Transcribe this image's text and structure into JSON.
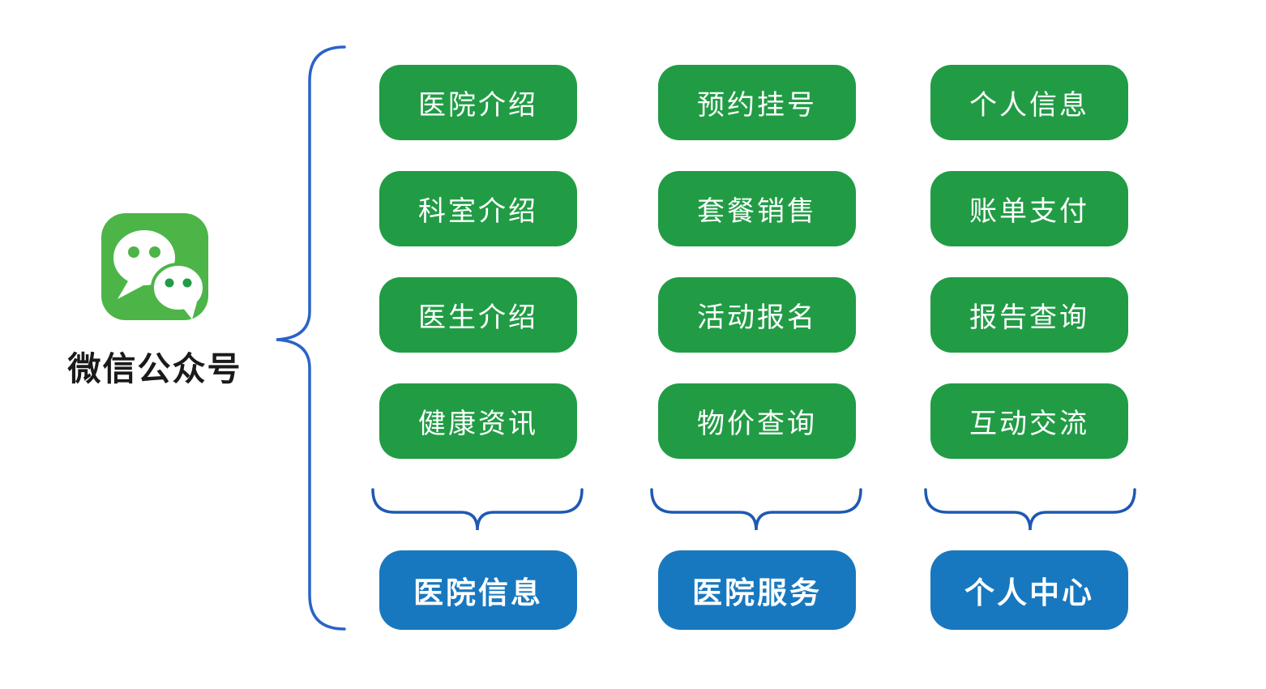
{
  "root": {
    "label": "微信公众号",
    "icon": "wechat-icon"
  },
  "colors": {
    "background": "#ffffff",
    "feature_box_green": "#219c45",
    "group_box_blue": "#1878bf",
    "root_brace_blue": "#2a63c8",
    "group_brace_blue": "#1e59b2",
    "wechat_icon_green": "#4db548",
    "box_text": "#ffffff",
    "root_label_text": "#1a1a1a"
  },
  "columns": [
    {
      "items": [
        "医院介绍",
        "科室介绍",
        "医生介绍",
        "健康资讯"
      ],
      "group": "医院信息"
    },
    {
      "items": [
        "预约挂号",
        "套餐销售",
        "活动报名",
        "物价查询"
      ],
      "group": "医院服务"
    },
    {
      "items": [
        "个人信息",
        "账单支付",
        "报告查询",
        "互动交流"
      ],
      "group": "个人中心"
    }
  ]
}
